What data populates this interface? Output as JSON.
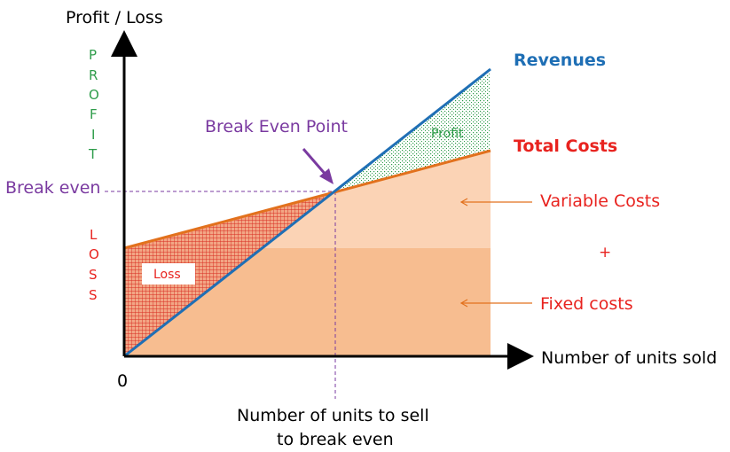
{
  "axes": {
    "y_title": "Profit / Loss",
    "x_title": "Number of units sold",
    "origin_label": "0"
  },
  "side_labels": {
    "profit_letters": [
      "P",
      "R",
      "O",
      "F",
      "I",
      "T"
    ],
    "loss_letters": [
      "L",
      "O",
      "S",
      "S"
    ],
    "break_even": "Break even"
  },
  "lines": {
    "revenues": "Revenues",
    "total_costs": "Total Costs"
  },
  "areas": {
    "variable_costs": "Variable Costs",
    "plus": "+",
    "fixed_costs": "Fixed costs",
    "profit": "Profit",
    "loss": "Loss"
  },
  "annotations": {
    "break_even_point": "Break Even Point",
    "units_to_break_even_line1": "Number of units to sell",
    "units_to_break_even_line2": "to break even"
  },
  "colors": {
    "revenue": "#1f6fb5",
    "total_cost": "#e2711d",
    "variable_area": "#fbd3b5",
    "fixed_area": "#f7bd90",
    "profit_green": "#2e9c4a",
    "loss_red": "#e3382c",
    "label_red": "#e8231f",
    "purple": "#7a3aa0",
    "revenue_label": "#1f6fb5"
  }
}
